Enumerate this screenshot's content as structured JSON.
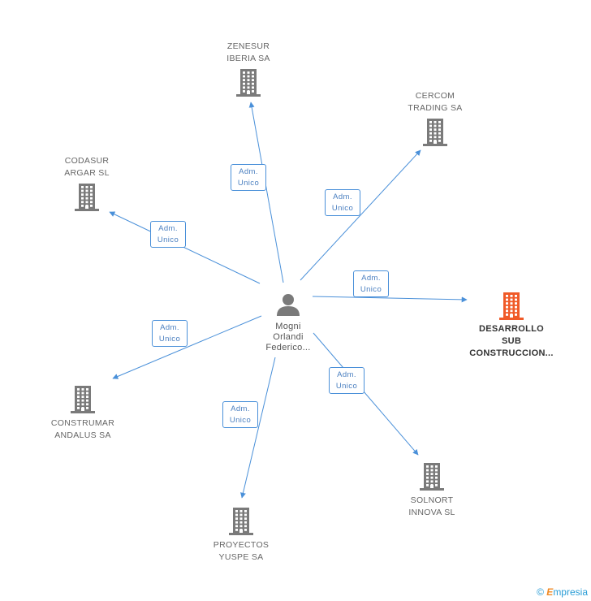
{
  "colors": {
    "edge": "#4a90d9",
    "company": "#7a7a7a",
    "highlight": "#f05a28",
    "person": "#7a7a7a"
  },
  "center": {
    "name_lines": [
      "Mogni",
      "Orlandi",
      "Federico..."
    ],
    "icon": "person-icon"
  },
  "nodes": [
    {
      "id": "zenesur",
      "label_lines": [
        "ZENESUR",
        "IBERIA SA"
      ],
      "icon": "building-icon",
      "highlight": false
    },
    {
      "id": "cercom",
      "label_lines": [
        "CERCOM",
        "TRADING SA"
      ],
      "icon": "building-icon",
      "highlight": false
    },
    {
      "id": "codasur",
      "label_lines": [
        "CODASUR",
        "ARGAR SL"
      ],
      "icon": "building-icon",
      "highlight": false
    },
    {
      "id": "desarrollo",
      "label_lines": [
        "DESARROLLO",
        "SUB",
        "CONSTRUCCION..."
      ],
      "icon": "building-icon",
      "highlight": true
    },
    {
      "id": "construmar",
      "label_lines": [
        "CONSTRUMAR",
        "ANDALUS SA"
      ],
      "icon": "building-icon",
      "highlight": false
    },
    {
      "id": "solnort",
      "label_lines": [
        "SOLNORT",
        "INNOVA SL"
      ],
      "icon": "building-icon",
      "highlight": false
    },
    {
      "id": "proyectos",
      "label_lines": [
        "PROYECTOS",
        "YUSPE SA"
      ],
      "icon": "building-icon",
      "highlight": false
    }
  ],
  "edges": [
    {
      "to": "zenesur",
      "label_lines": [
        "Adm.",
        "Unico"
      ]
    },
    {
      "to": "cercom",
      "label_lines": [
        "Adm.",
        "Unico"
      ]
    },
    {
      "to": "codasur",
      "label_lines": [
        "Adm.",
        "Unico"
      ]
    },
    {
      "to": "desarrollo",
      "label_lines": [
        "Adm.",
        "Unico"
      ]
    },
    {
      "to": "construmar",
      "label_lines": [
        "Adm.",
        "Unico"
      ]
    },
    {
      "to": "solnort",
      "label_lines": [
        "Adm.",
        "Unico"
      ]
    },
    {
      "to": "proyectos",
      "label_lines": [
        "Adm.",
        "Unico"
      ]
    }
  ],
  "footer": {
    "copyright": "©",
    "brand_initial": "E",
    "brand_rest": "mpresia"
  }
}
